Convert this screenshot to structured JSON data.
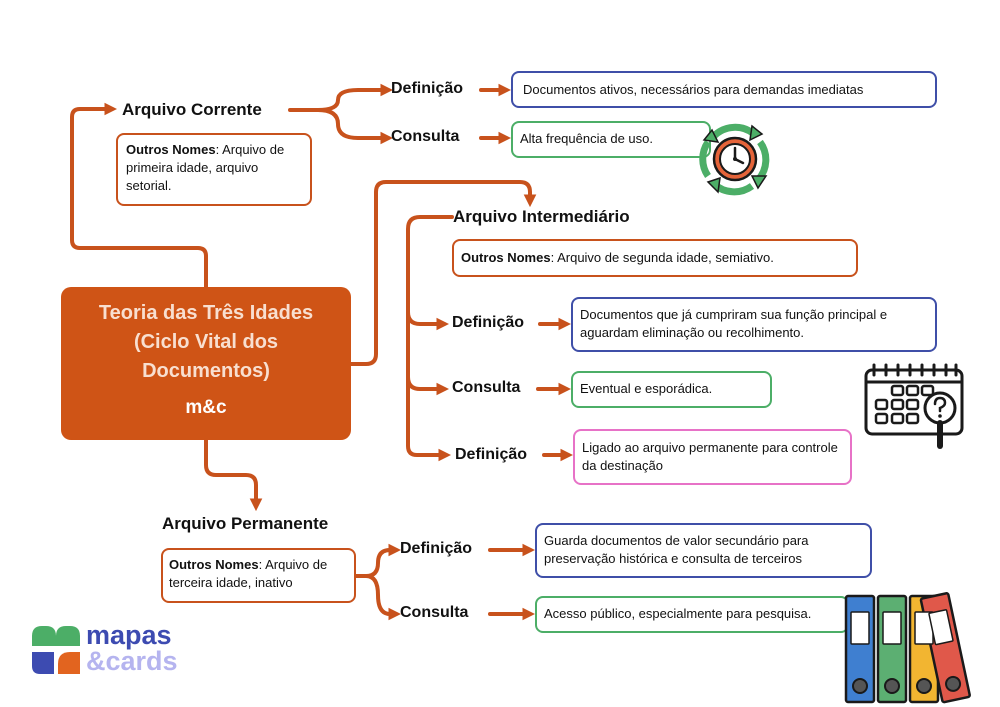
{
  "central_topic": {
    "title_lines": [
      "Teoria das Três Idades",
      "(Ciclo Vital dos",
      "Documentos)"
    ],
    "brand": "m&c"
  },
  "corrente": {
    "title": "Arquivo Corrente",
    "outros_label": "Outros Nomes",
    "outros_text": ": Arquivo de primeira idade, arquivo setorial.",
    "definicao_label": "Definição",
    "definicao_text": "Documentos ativos, necessários para demandas imediatas",
    "consulta_label": "Consulta",
    "consulta_text": "Alta frequência de uso."
  },
  "intermediario": {
    "title": "Arquivo Intermediário",
    "outros_label": "Outros Nomes",
    "outros_text": ": Arquivo de segunda idade, semiativo.",
    "definicao_label": "Definição",
    "definicao_text": "Documentos que já cumpriram sua função principal e aguardam eliminação ou recolhimento.",
    "consulta_label": "Consulta",
    "consulta_text": "Eventual e esporádica.",
    "definicao2_label": "Definição",
    "definicao2_text": "Ligado ao arquivo permanente para controle da destinação"
  },
  "permanente": {
    "title": "Arquivo Permanente",
    "outros_label": "Outros Nomes",
    "outros_text": ": Arquivo de terceira idade, inativo",
    "definicao_label": "Definição",
    "definicao_text": "Guarda documentos de valor secundário para preservação histórica e consulta de terceiros",
    "consulta_label": "Consulta",
    "consulta_text": "Acesso público, especialmente para pesquisa."
  },
  "logo": {
    "line1": "mapas",
    "line2": "&cards"
  },
  "colors": {
    "connector": "#c8521c",
    "central": "#cf5416",
    "blue": "#3f4fa8",
    "green": "#4cae67",
    "pink": "#e772c7",
    "logo_green": "#4cae67",
    "logo_blue": "#3d4bb1",
    "logo_orange": "#e2641f"
  },
  "icons": [
    "clock-cycle-icon",
    "calendar-question-icon",
    "binders-icon",
    "mapas-cards-logo-icon"
  ]
}
